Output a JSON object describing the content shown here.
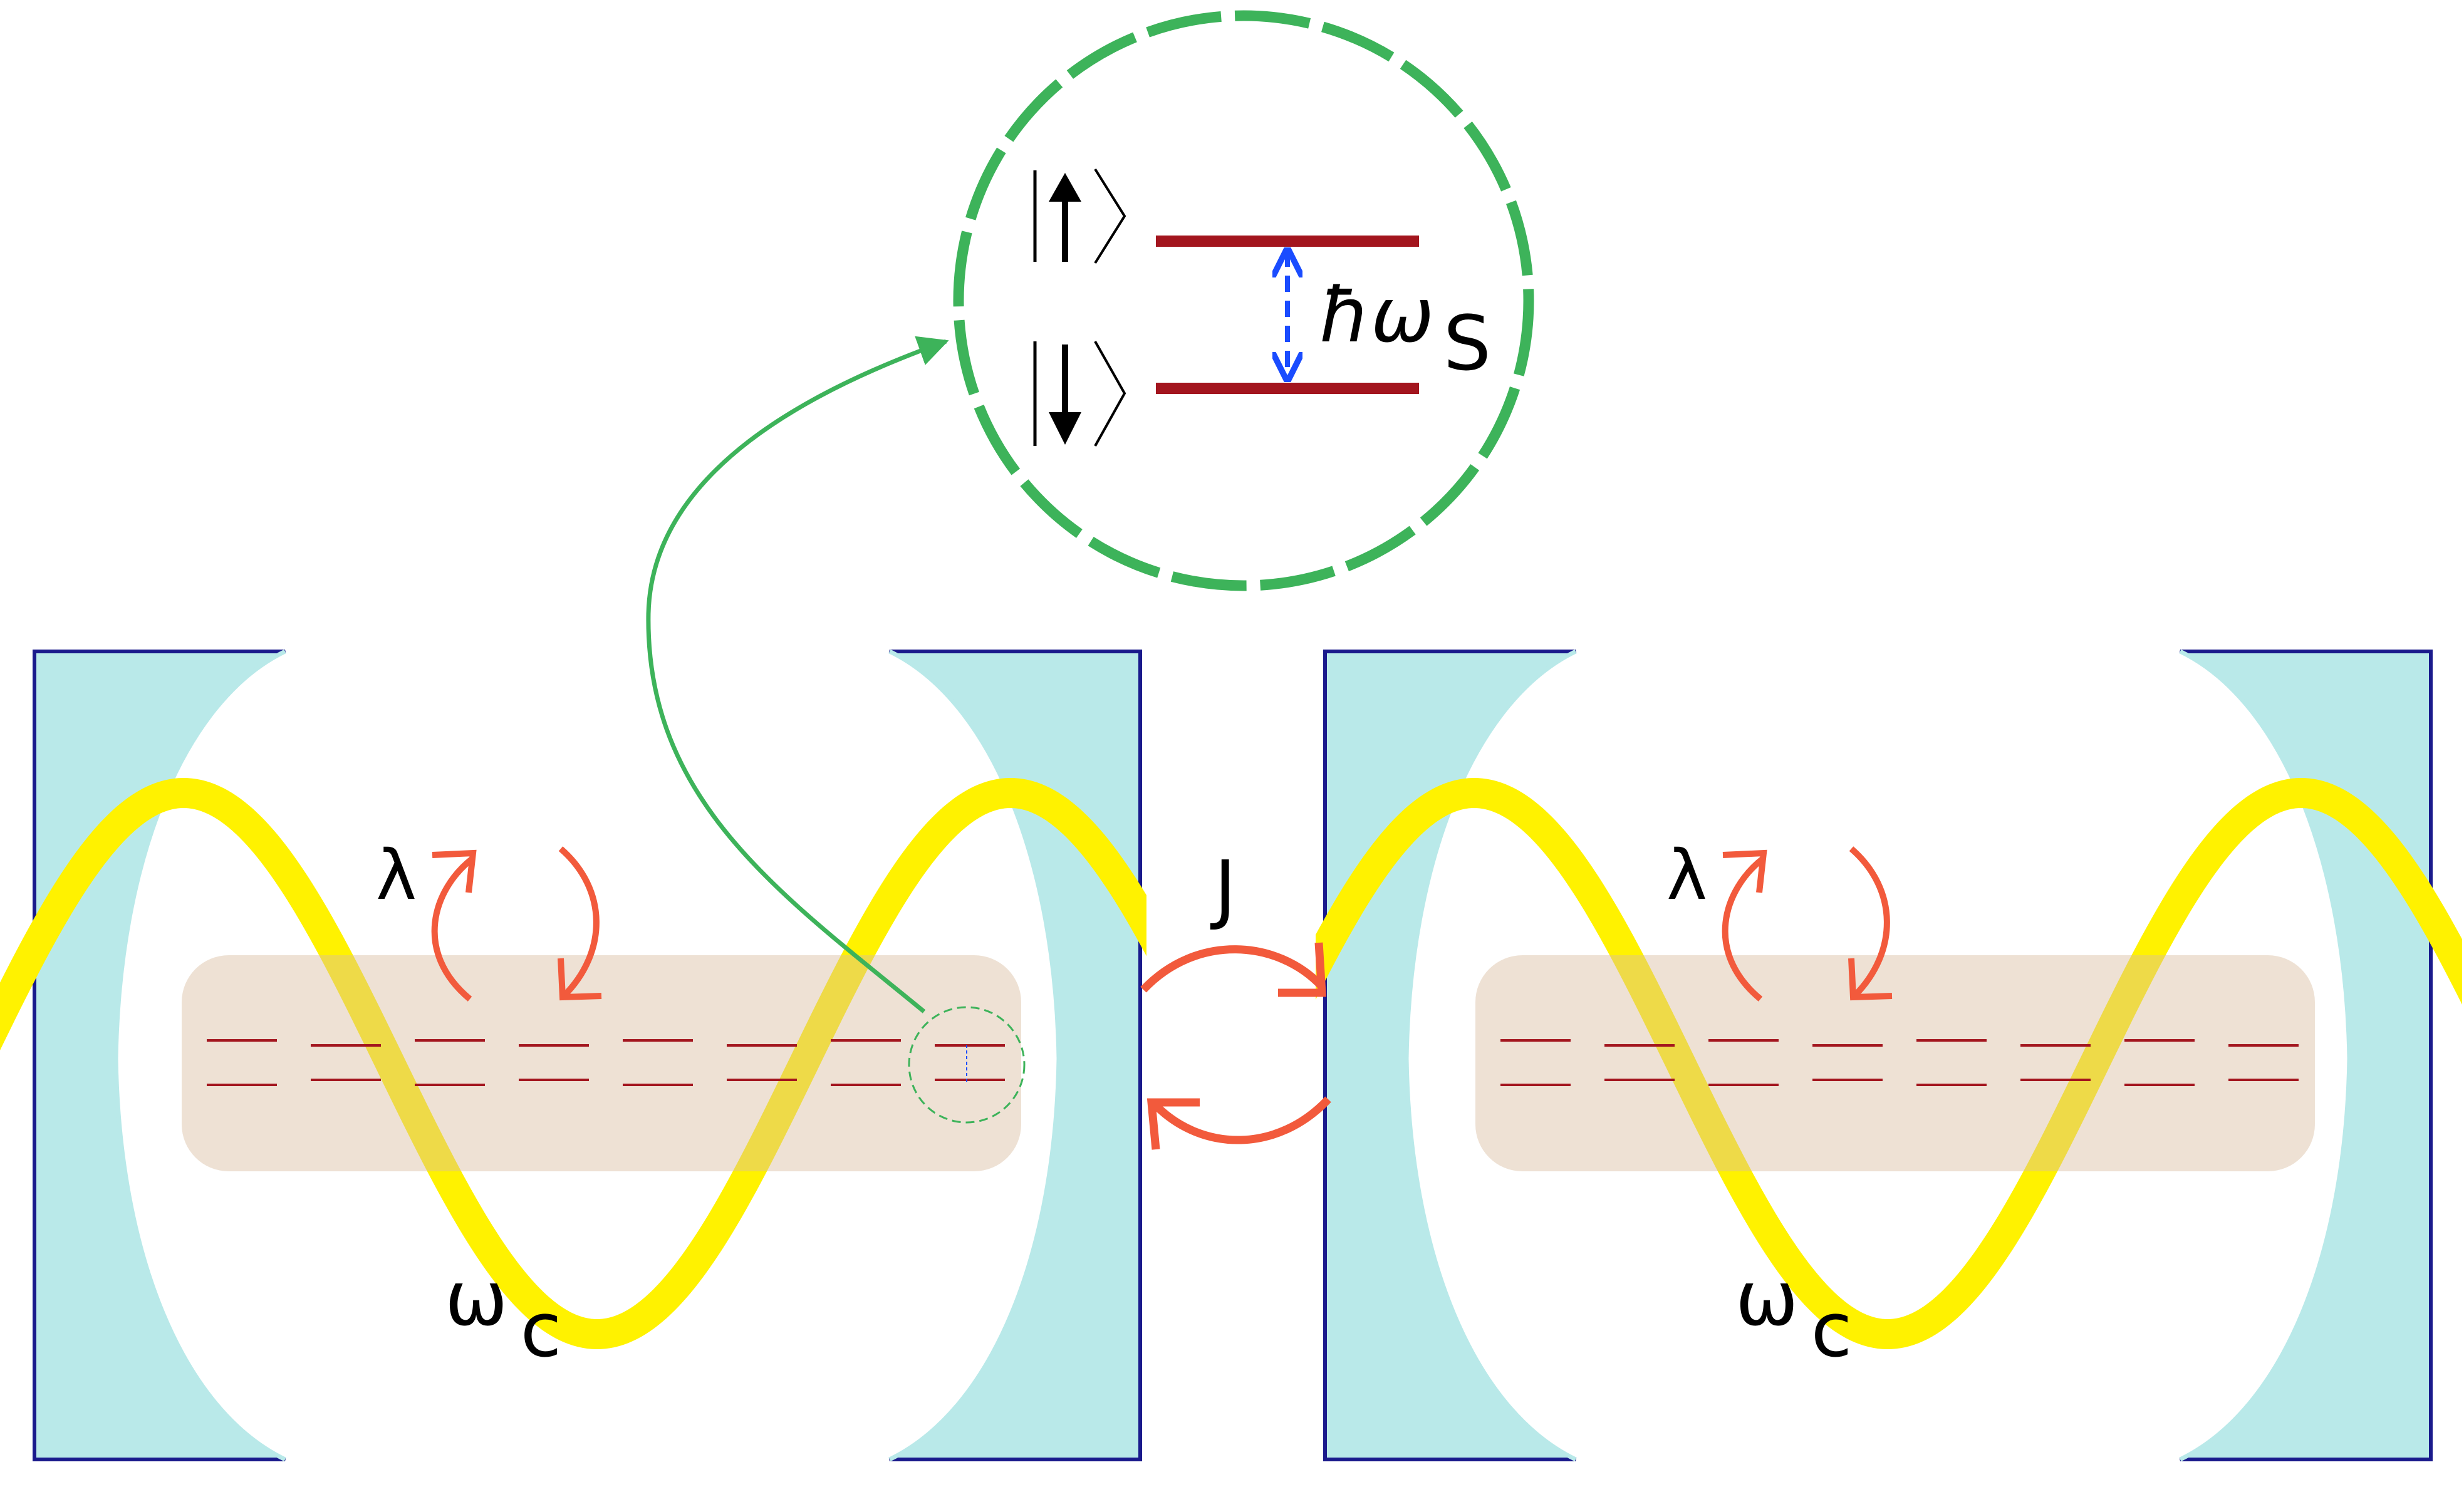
{
  "labels": {
    "coupling_left": "λ",
    "coupling_right": "λ",
    "cavity_freq_left_main": "ω",
    "cavity_freq_left_sub": "c",
    "cavity_freq_right_main": "ω",
    "cavity_freq_right_sub": "c",
    "hopping": "J",
    "spin_energy_main": "ħω",
    "spin_energy_sub": "S",
    "spin_up_glyph": "↑",
    "spin_down_glyph": "↓"
  },
  "colors": {
    "mirror_fill": "#b9e9e9",
    "mirror_stroke": "#1a1a8c",
    "photon_wave": "#fff200",
    "spin_band": "#e8d3bd",
    "spin_level": "#a3151e",
    "coupling_arrow": "#f25a3c",
    "zoom_circle": "#3db35a",
    "energy_arrow": "#1a4cff"
  },
  "icons": {
    "spin_up": "up-arrow-icon",
    "spin_down": "down-arrow-icon",
    "coupling": "curved-arrow-icon",
    "hopping": "curved-arrow-icon"
  },
  "spin_sites_per_cavity": 8
}
